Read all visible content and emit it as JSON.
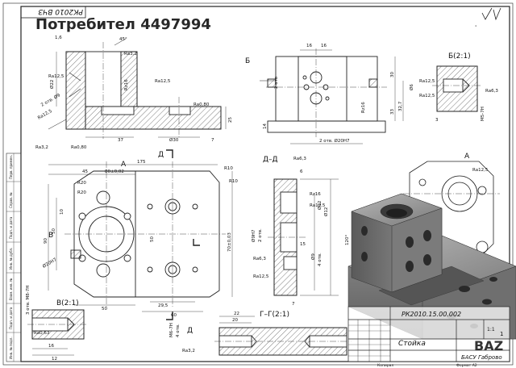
{
  "document": {
    "code_rotated": "РК2010 ВЧЗ",
    "roughness_symbol": "√(√)",
    "watermark": "Потребител 4497994",
    "watermark_bottom": "BAZ"
  },
  "views": {
    "main": {
      "dims": [
        "1,6",
        "45°",
        "Ra3,2",
        "Ra12,5",
        "Rz16",
        "Ra12,5",
        "2 отв. Ø9",
        "Ra12,5",
        "Ra3,2",
        "Ra0,80",
        "Ra0,80",
        "37",
        "Ø30",
        "7",
        "25",
        "Ø22"
      ]
    },
    "right": {
      "label": "Б",
      "dims": [
        "16",
        "16",
        "Rz16",
        "30",
        "32,7",
        "33",
        "2 отв. Ø20Н7",
        "14",
        "2 отв"
      ]
    },
    "detailB": {
      "label": "Б(2:1)",
      "dims": [
        "Ø6",
        "Ra12,5",
        "Ra12,5",
        "Ra6,3",
        "3",
        "М5-7Н"
      ]
    },
    "plan": {
      "label_a": "А",
      "label_d": "Д",
      "label_d2": "Д",
      "label_v": "В",
      "dims": [
        "175",
        "45",
        "80±0,02",
        "R10",
        "R10",
        "R20",
        "R20",
        "10",
        "50",
        "90",
        "50",
        "70±0,03",
        "Ø20Н7",
        "50",
        "29,5",
        "60",
        "М6-7Н",
        "4 отв."
      ]
    },
    "sectionD": {
      "label": "Д–Д",
      "dims": [
        "Ra6,3",
        "6",
        "Rz16",
        "Ra12,5",
        "Ø12",
        "Ø12",
        "120°",
        "Ø9Н7",
        "2 отв.",
        "Ra6,3",
        "15",
        "Ø9",
        "4 отв.",
        "Ra12,5",
        "7"
      ]
    },
    "detailV": {
      "label": "В(2:1)",
      "dims": [
        "Ra0,63",
        "3 отв. М8-7Н",
        "16",
        "12"
      ]
    },
    "sectionG": {
      "label": "Г–Г(2:1)",
      "dims": [
        "22",
        "20",
        "Ra3,2"
      ]
    },
    "isometric": {
      "label": "А",
      "dims": [
        "Ra12,5"
      ]
    }
  },
  "titleblock": {
    "drawing_number": "РК2010.15.00.002",
    "name": "Стойка",
    "company": "БАСУ Габрово",
    "sheet": "1",
    "scale": "1:1",
    "footer_left": "Копирал",
    "footer_right": "Формат А2"
  },
  "sidebar": {
    "cells": [
      "Перв. примен.",
      "Справ. №",
      "Подп. и дата",
      "Инв. № дубл.",
      "Взам. инв. №",
      "Подп. и дата",
      "Инв. № подл."
    ]
  }
}
